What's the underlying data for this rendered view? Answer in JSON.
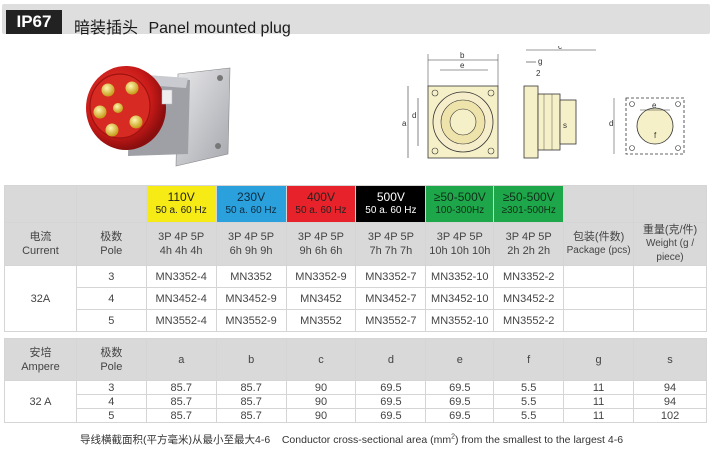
{
  "header": {
    "badge": "IP67",
    "title_cn": "暗装插头",
    "title_en": "Panel mounted plug"
  },
  "drawing_labels": {
    "b": "b",
    "e": "e",
    "c": "c",
    "g": "g",
    "two": "2",
    "a": "a",
    "d": "d",
    "f": "f",
    "s": "s"
  },
  "voltages": [
    {
      "voltage": "110V",
      "freq": "50 a. 60 Hz",
      "color": "#f6eb14"
    },
    {
      "voltage": "230V",
      "freq": "50 a. 60 Hz",
      "color": "#2aa0dc"
    },
    {
      "voltage": "400V",
      "freq": "50 a. 60 Hz",
      "color": "#e8222a"
    },
    {
      "voltage": "500V",
      "freq": "50 a. 60 Hz",
      "color": "#000000"
    },
    {
      "voltage": "≥50-500V",
      "freq": "100-300Hz",
      "color": "#1ea74a"
    },
    {
      "voltage": "≥50-500V",
      "freq": "≥301-500Hz",
      "color": "#1ea74a"
    }
  ],
  "table1": {
    "current_cn": "电流",
    "current_en": "Current",
    "pole_cn": "极数",
    "pole_en": "Pole",
    "pole_headers": [
      {
        "top": "3P  4P  5P",
        "bottom": "4h  4h  4h"
      },
      {
        "top": "3P  4P  5P",
        "bottom": "6h  9h  9h"
      },
      {
        "top": "3P  4P  5P",
        "bottom": "9h  6h  6h"
      },
      {
        "top": "3P  4P  5P",
        "bottom": "7h  7h  7h"
      },
      {
        "top": "3P  4P  5P",
        "bottom": "10h 10h 10h"
      },
      {
        "top": "3P  4P  5P",
        "bottom": "2h 2h 2h"
      }
    ],
    "package_cn": "包装(件数)",
    "package_en": "Package (pcs)",
    "weight_cn": "重量(克/件)",
    "weight_en": "Weight (g / piece)",
    "current_value": "32A",
    "rows": [
      {
        "pole": "3",
        "models": [
          "MN3352-4",
          "MN3352",
          "MN3352-9",
          "MN3352-7",
          "MN3352-10",
          "MN3352-2"
        ]
      },
      {
        "pole": "4",
        "models": [
          "MN3452-4",
          "MN3452-9",
          "MN3452",
          "MN3452-7",
          "MN3452-10",
          "MN3452-2"
        ]
      },
      {
        "pole": "5",
        "models": [
          "MN3552-4",
          "MN3552-9",
          "MN3552",
          "MN3552-7",
          "MN3552-10",
          "MN3552-2"
        ]
      }
    ]
  },
  "table2": {
    "ampere_cn": "安培",
    "ampere_en": "Ampere",
    "pole_cn": "极数",
    "pole_en": "Pole",
    "dims": [
      "a",
      "b",
      "c",
      "d",
      "e",
      "f",
      "g",
      "s"
    ],
    "current_value": "32 A",
    "rows": [
      {
        "pole": "3",
        "values": [
          "85.7",
          "85.7",
          "90",
          "69.5",
          "69.5",
          "5.5",
          "11",
          "94"
        ]
      },
      {
        "pole": "4",
        "values": [
          "85.7",
          "85.7",
          "90",
          "69.5",
          "69.5",
          "5.5",
          "11",
          "94"
        ]
      },
      {
        "pole": "5",
        "values": [
          "85.7",
          "85.7",
          "90",
          "69.5",
          "69.5",
          "5.5",
          "11",
          "102"
        ]
      }
    ]
  },
  "footnote": {
    "cn": "导线横截面积(平方毫米)从最小至最大4-6",
    "en_pre": "Conductor cross-sectional area (mm",
    "en_sup": "2",
    "en_post": ") from the smallest to the largest 4-6"
  }
}
